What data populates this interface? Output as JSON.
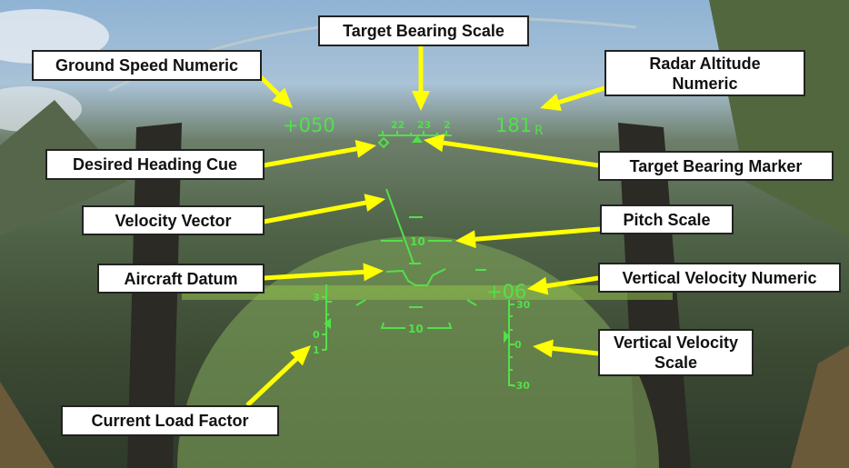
{
  "hud": {
    "ground_speed": "+050",
    "radar_altitude": "181",
    "radar_altitude_suffix": "R",
    "bearing_labels": [
      "22",
      "23",
      "2"
    ],
    "pitch_upper": "10",
    "pitch_lower": "10",
    "vertical_velocity": "+06",
    "load_scale_labels": [
      "3",
      "0",
      "1"
    ],
    "vv_scale_labels": [
      "30",
      "0",
      "-30"
    ]
  },
  "callouts": {
    "target_bearing_scale": "Target Bearing Scale",
    "ground_speed_numeric": "Ground Speed Numeric",
    "radar_altitude_numeric": "Radar Altitude Numeric",
    "desired_heading_cue": "Desired Heading Cue",
    "target_bearing_marker": "Target Bearing Marker",
    "velocity_vector": "Velocity Vector",
    "pitch_scale": "Pitch Scale",
    "aircraft_datum": "Aircraft Datum",
    "vertical_velocity_numeric": "Vertical Velocity Numeric",
    "vertical_velocity_scale": "Vertical Velocity Scale",
    "current_load_factor": "Current Load Factor"
  },
  "colors": {
    "hud": "#52e04a",
    "arrow": "#ffff00"
  }
}
